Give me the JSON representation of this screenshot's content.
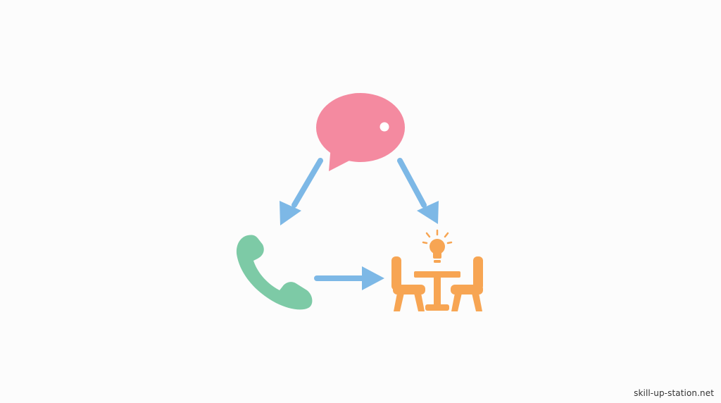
{
  "diagram": {
    "nodes": [
      {
        "id": "chat",
        "icon": "speech-bubble-icon",
        "color": "#f48aa0"
      },
      {
        "id": "phone",
        "icon": "phone-icon",
        "color": "#7dcaa6"
      },
      {
        "id": "meeting",
        "icon": "meeting-table-icon",
        "color": "#f7a553"
      },
      {
        "id": "idea",
        "icon": "lightbulb-icon",
        "color": "#f7a553"
      }
    ],
    "edges": [
      {
        "from": "chat",
        "to": "phone"
      },
      {
        "from": "chat",
        "to": "meeting"
      },
      {
        "from": "phone",
        "to": "meeting"
      }
    ],
    "arrow_color": "#7db8e6",
    "background": "#fcfcfc"
  },
  "watermark": "skill-up-station.net"
}
